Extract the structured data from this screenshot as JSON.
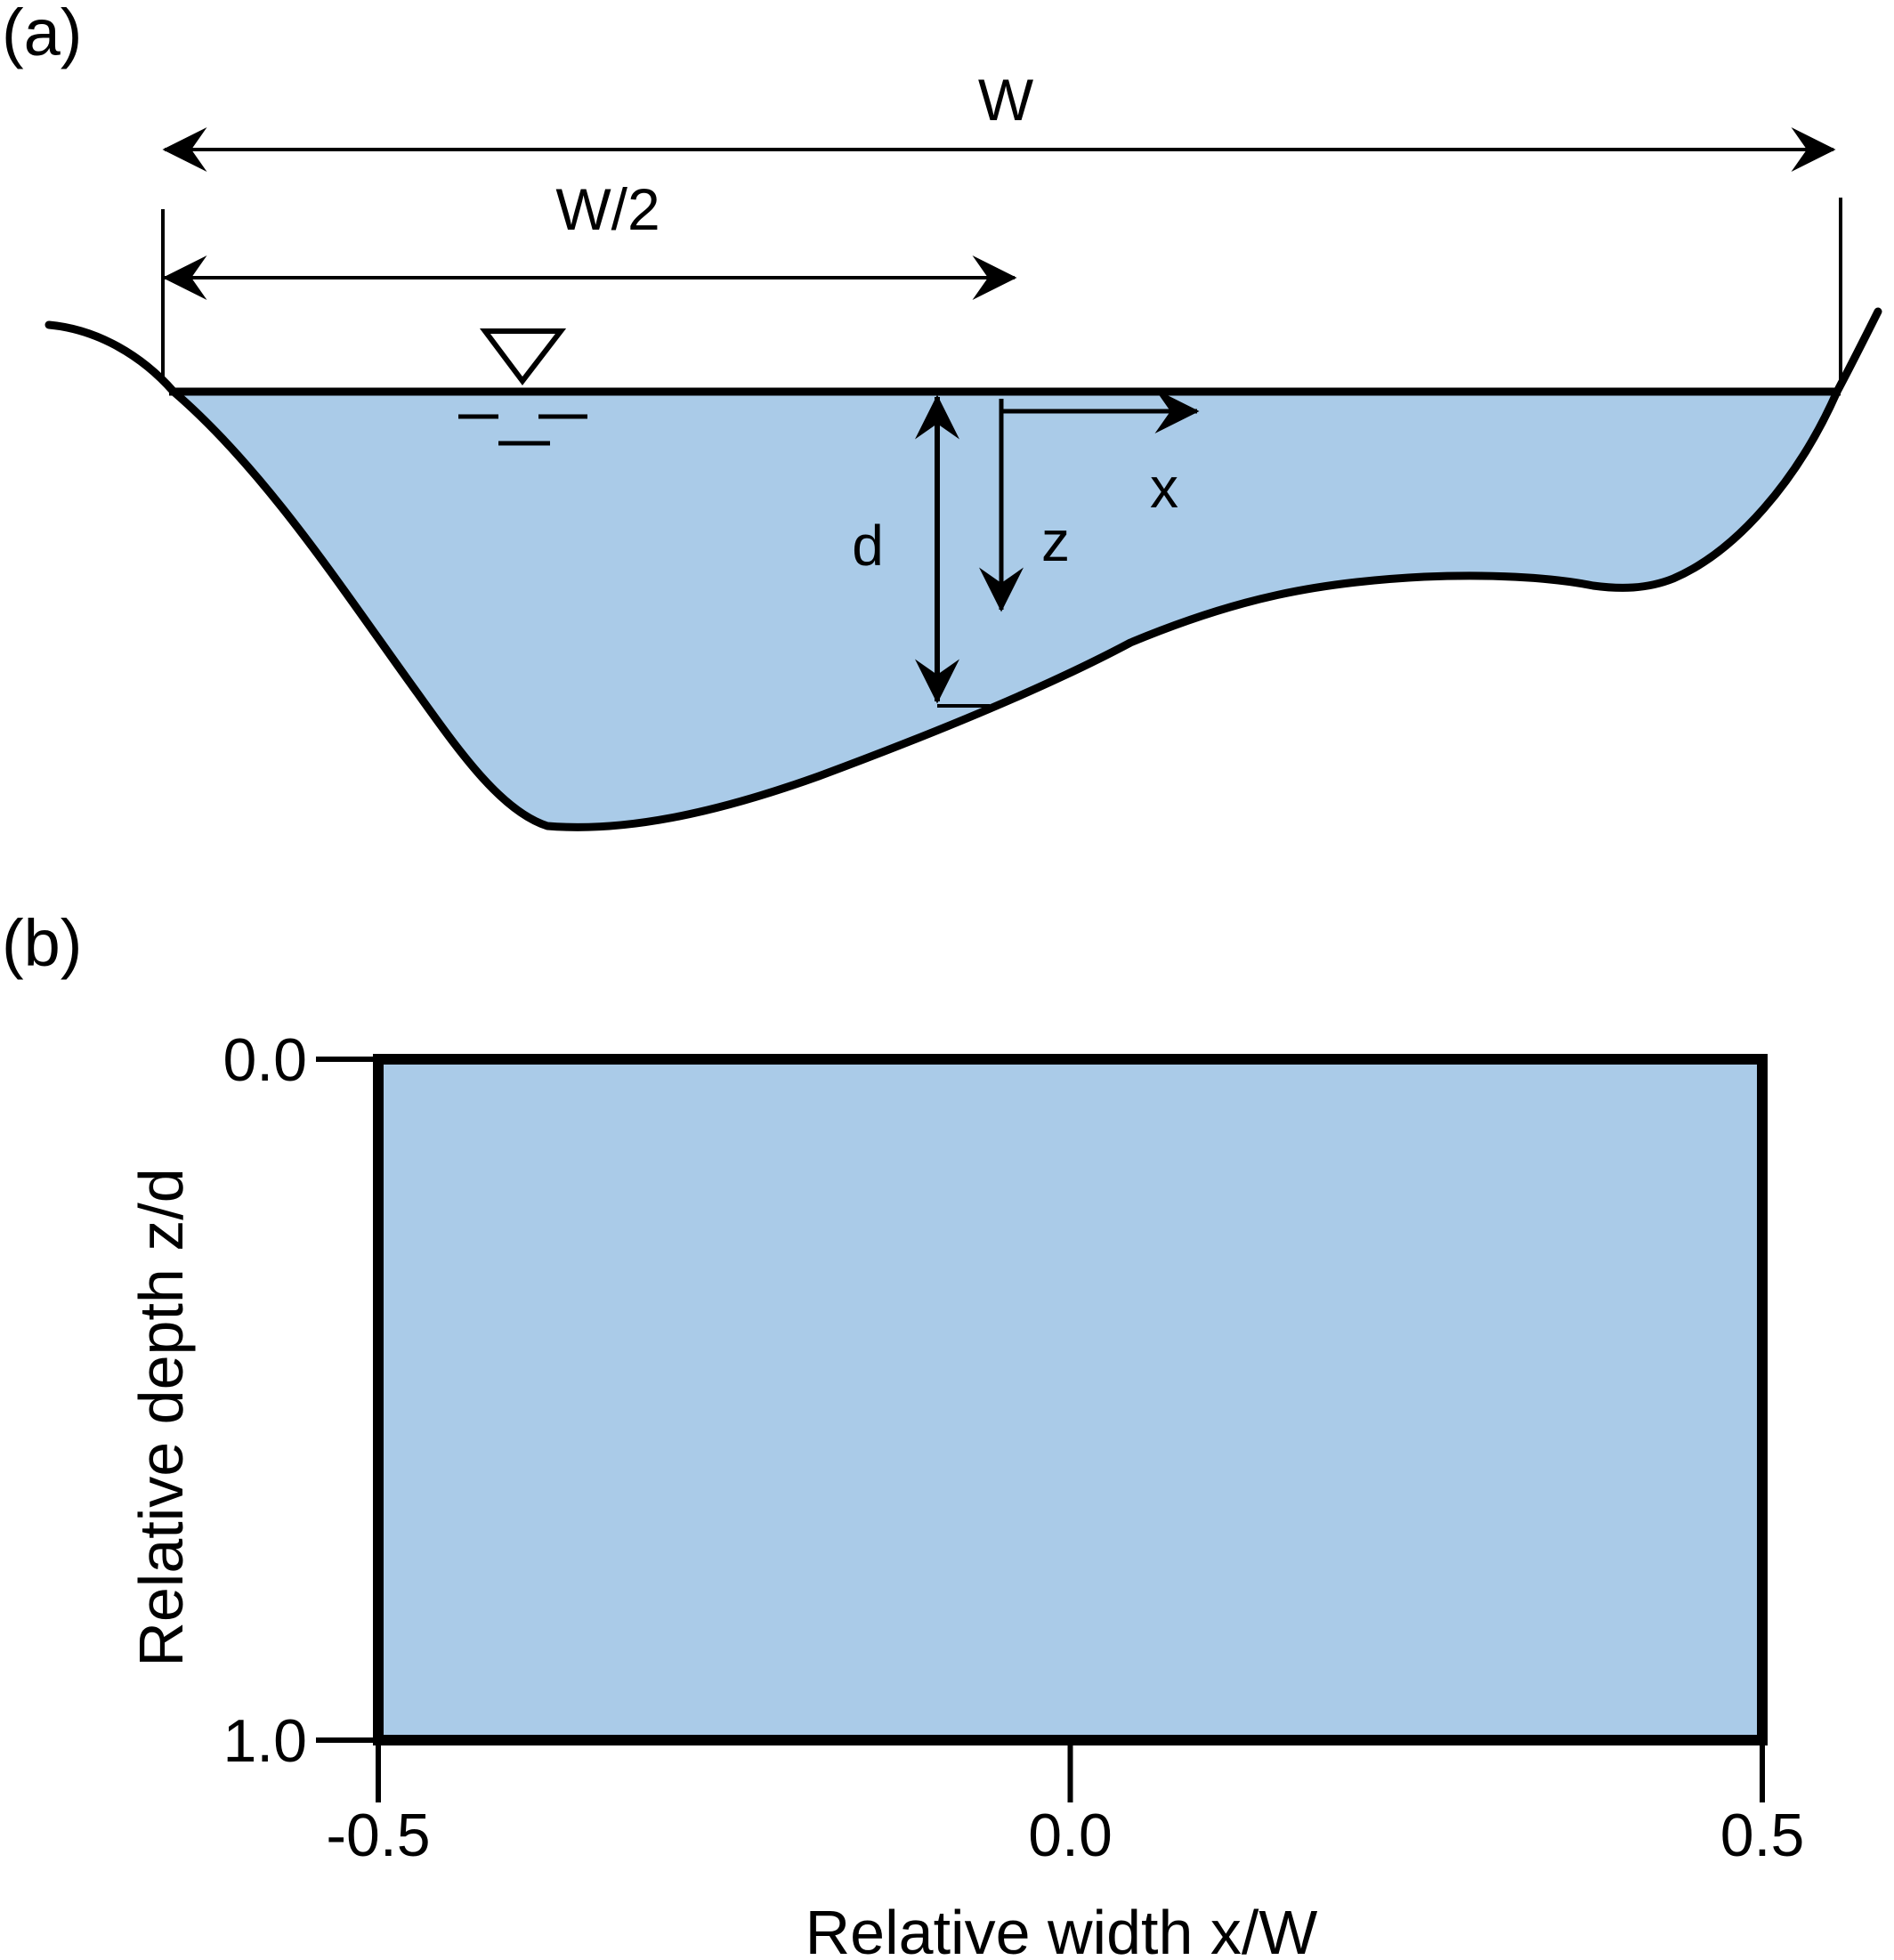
{
  "panel_a": {
    "label": "(a)",
    "width_label": "W",
    "half_width_label": "W/2",
    "depth_label": "d",
    "x_axis_label": "x",
    "z_axis_label": "z",
    "water_color": "#aacbe8",
    "line_color": "#000000",
    "icons": [
      "water-surface-symbol",
      "arrow-icon"
    ]
  },
  "panel_b": {
    "label": "(b)",
    "water_color": "#aacbe8",
    "line_color": "#000000"
  },
  "chart_data": {
    "type": "area",
    "title": "",
    "xlabel": "Relative width x/W",
    "ylabel": "Relative depth z/d",
    "xlim": [
      -0.5,
      0.5
    ],
    "ylim": [
      0.0,
      1.0
    ],
    "y_inverted": true,
    "x_ticks": [
      -0.5,
      0.0,
      0.5
    ],
    "x_tick_labels": [
      "-0.5",
      "0.0",
      "0.5"
    ],
    "y_ticks": [
      0.0,
      1.0
    ],
    "y_tick_labels": [
      "0.0",
      "1.0"
    ],
    "grid": false,
    "region": {
      "x": [
        -0.5,
        0.5
      ],
      "z": [
        0.0,
        1.0
      ]
    }
  }
}
